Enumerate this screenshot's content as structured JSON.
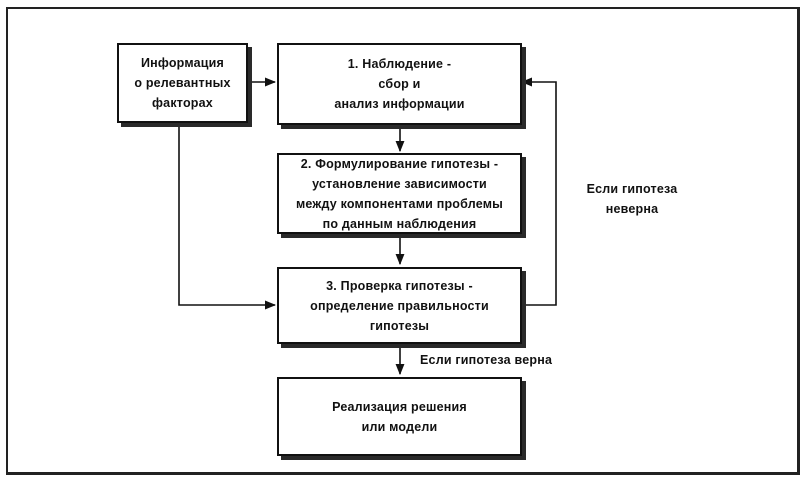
{
  "diagram": {
    "info_box": {
      "lines": [
        "Информация",
        "о релевантных",
        "факторах"
      ]
    },
    "step1": {
      "lines": [
        "1. Наблюдение -",
        "сбор и",
        "анализ информации"
      ]
    },
    "step2": {
      "lines": [
        "2. Формулирование гипотезы -",
        "установление зависимости",
        "между компонентами проблемы",
        "по данным наблюдения"
      ]
    },
    "step3": {
      "lines": [
        "3. Проверка гипотезы -",
        "определение правильности",
        "гипотезы"
      ]
    },
    "result": {
      "lines": [
        "Реализация решения",
        "или модели"
      ]
    },
    "label_wrong": {
      "lines": [
        "Если гипотеза",
        "неверна"
      ]
    },
    "label_right": "Если гипотеза верна",
    "colors": {
      "ink": "#111111",
      "background": "#ffffff"
    }
  }
}
